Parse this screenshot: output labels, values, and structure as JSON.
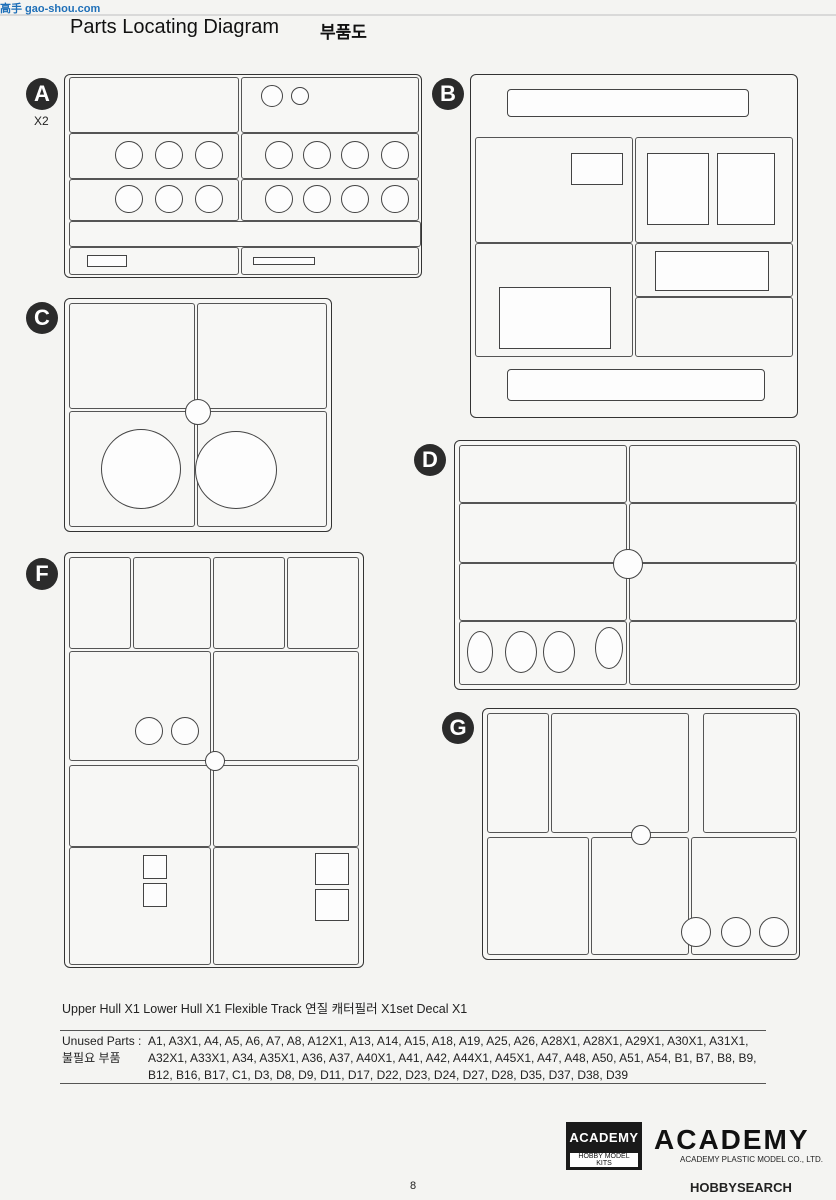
{
  "header": {
    "title": "Parts Locating Diagram",
    "title_kr": "부품도",
    "watermark": "高手 gao-shou.com"
  },
  "sprues": [
    {
      "id": "A",
      "note": "X2"
    },
    {
      "id": "B"
    },
    {
      "id": "C"
    },
    {
      "id": "D"
    },
    {
      "id": "F"
    },
    {
      "id": "G"
    }
  ],
  "summary": "Upper Hull X1   Lower Hull X1   Flexible Track 연질 캐터필러 X1set   Decal X1",
  "unused": {
    "label": "Unused Parts :",
    "label_kr": "불필요 부품",
    "list": "A1, A3X1, A4, A5, A6, A7, A8, A12X1, A13, A14, A15, A18, A19, A25, A26, A28X1, A28X1, A29X1, A30X1, A31X1, A32X1, A33X1, A34, A35X1, A36, A37, A40X1, A41, A42, A44X1, A45X1, A47, A48, A50, A51, A54, B1, B7, B8, B9, B12, B16, B17, C1, D3, D8, D9, D11, D17, D22, D23, D24, D27, D28, D35, D37, D38, D39"
  },
  "branding": {
    "box_name": "ACADEMY",
    "box_sub": "HOBBY MODEL KITS",
    "logo": "ACADEMY",
    "company": "ACADEMY PLASTIC MODEL CO., LTD."
  },
  "footer": {
    "page": "8",
    "site": "HOBBYSEARCH"
  }
}
